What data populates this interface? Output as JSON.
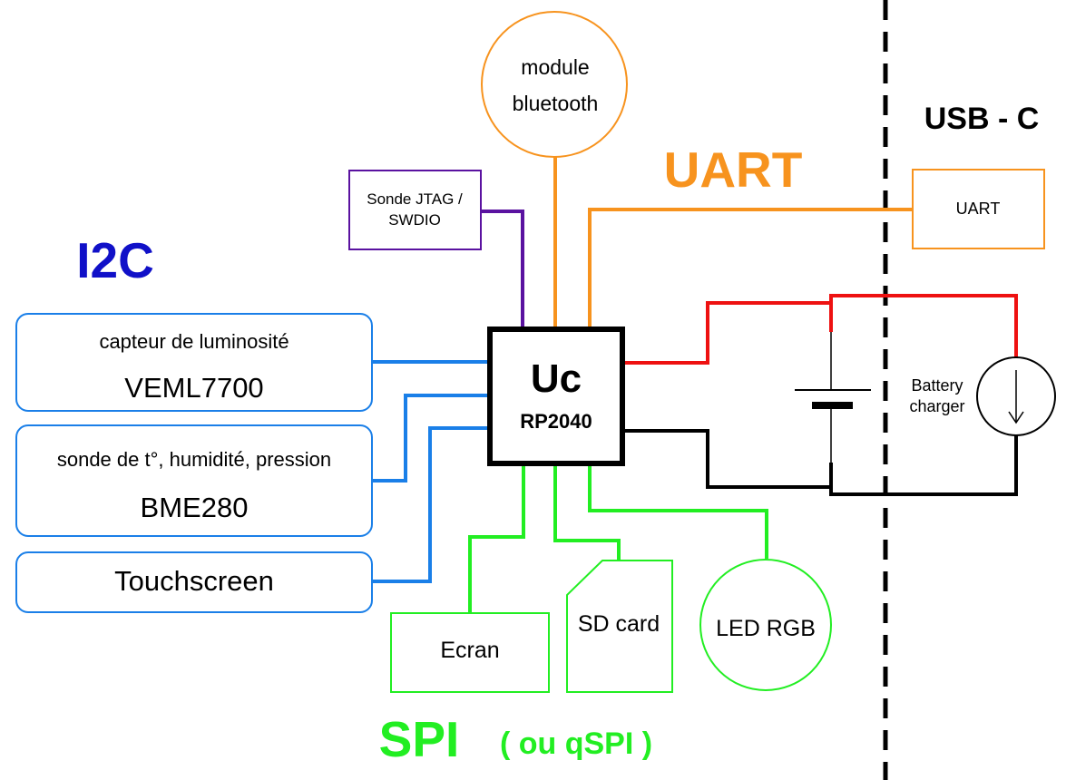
{
  "colors": {
    "i2c": "#1a7fe8",
    "i2c_title": "#1010c8",
    "uart": "#f7931e",
    "spi": "#22ee22",
    "jtag": "#5a12a0",
    "power_positive": "#ee1111",
    "ground": "#000000"
  },
  "labels": {
    "i2c": "I2C",
    "uart": "UART",
    "spi": "SPI",
    "spi_alt": "( ou qSPI )",
    "usb": "USB - C"
  },
  "mcu": {
    "name": "Uc",
    "chip": "RP2040"
  },
  "bluetooth": {
    "line1": "module",
    "line2": "bluetooth"
  },
  "jtag": {
    "line1": "Sonde JTAG /",
    "line2": "SWDIO"
  },
  "uart_box": {
    "label": "UART"
  },
  "i2c_devices": [
    {
      "line1": "capteur de luminosité",
      "line2": "VEML7700"
    },
    {
      "line1": "sonde de t°, humidité, pression",
      "line2": "BME280"
    },
    {
      "line1": "Touchscreen"
    }
  ],
  "spi_devices": {
    "screen": "Ecran",
    "sdcard": "SD card",
    "led": "LED RGB"
  },
  "charger": {
    "line1": "Battery",
    "line2": "charger",
    "icon": "current-source-arrow-icon"
  },
  "battery": {
    "icon": "battery-symbol-icon"
  }
}
